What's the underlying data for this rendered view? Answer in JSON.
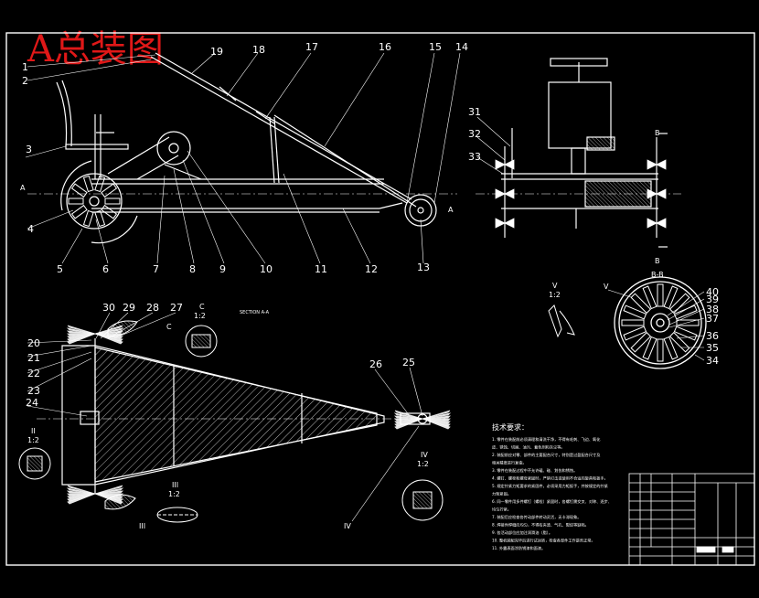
{
  "drawing": {
    "title": "A总装图",
    "callouts_top": [
      "1",
      "2",
      "3",
      "4",
      "5",
      "6",
      "7",
      "8",
      "9",
      "10",
      "11",
      "12",
      "13",
      "14",
      "15",
      "16",
      "17",
      "18",
      "19"
    ],
    "callouts_side": [
      "31",
      "32",
      "33"
    ],
    "callouts_bottom": [
      "20",
      "21",
      "22",
      "23",
      "24",
      "25",
      "26",
      "27",
      "28",
      "29",
      "30"
    ],
    "callouts_wheel": [
      "40",
      "39",
      "38",
      "37",
      "36",
      "35",
      "34"
    ],
    "section_b": "B-B",
    "section_b_mark": "B",
    "section_a_mark": "A",
    "section_aa": "SECTION A-A",
    "detail_iv": {
      "mark": "IV",
      "scale": "1:2"
    },
    "detail_v": {
      "mark": "V",
      "scale": "1:2"
    },
    "detail_ii": {
      "mark": "II",
      "scale": "1:2"
    },
    "detail_iii": {
      "mark": "III",
      "scale": "1:2"
    },
    "detail_c": {
      "mark": "C",
      "scale": "1:2"
    },
    "tech_requirements_title": "技术要求：",
    "tech_notes": [
      "1. 零件在装配前必须清理和清洗干净，不得有毛刺、飞边、氧化",
      "皮、锈蚀、切屑、油污、着色剂和灰尘等。",
      "2. 装配前应对零、部件的主要配合尺寸，特别是过盈配合尺寸及",
      "相关精度进行复查。",
      "3. 零件在装配过程中不允许磕、碰、划伤和锈蚀。",
      "4. 螺钉、螺栓和螺母紧固时，严禁打击或使用不合适的旋具和扳手。",
      "5. 规定拧紧力矩要求的紧固件，必须采用力矩扳手，并按规定的拧紧",
      "力矩紧固。",
      "6. 同一零件用多件螺钉（螺栓）紧固时，各螺钉需交叉、对称、逐步、",
      "均匀拧紧。",
      "7. 装配后应检查各传动部件转动灵活，无卡滞现象。",
      "8. 焊接件焊缝应均匀，不得有夹渣、气孔、裂纹等缺陷。",
      "9. 各活动部位应加注润滑油（脂）。",
      "10. 整机装配完毕后进行试运转，检查各部件工作是否正常。",
      "11. 外露表面涂防锈漆和面漆。"
    ]
  }
}
